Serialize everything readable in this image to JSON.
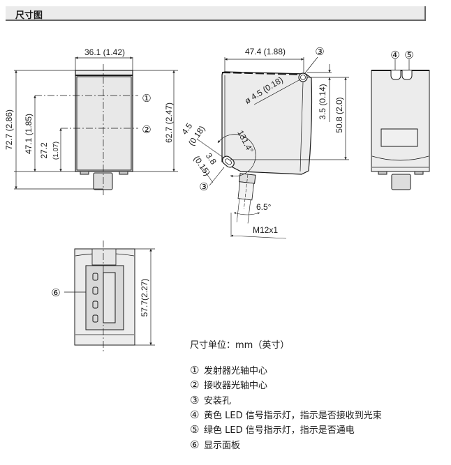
{
  "header": {
    "title": "尺寸图"
  },
  "front_view": {
    "width_dim": "36.1 (1.42)",
    "total_height_dim": "72.7 (2.86)",
    "axis1_height_dim": "47.1 (1.85)",
    "axis2_height_dim_a": "27.2",
    "axis2_height_dim_b": "(1.07)",
    "body_height_dim": "62.7 (2.47)",
    "callout_1": "①",
    "callout_2": "②"
  },
  "side_view": {
    "depth_dim": "47.4 (1.88)",
    "callout_3_top": "③",
    "hole_dia_dim": "ø 4.5 (0.18)",
    "hole_offset_dim": "3.5 (0.14)",
    "hole_spacing_dim": "50.8 (2.0)",
    "angle_dim": "131.4°",
    "slot_dim_a1": "4.5",
    "slot_dim_a2": "(0.18)",
    "slot_dim_b1": "3.8",
    "slot_dim_b2": "(0.15)",
    "callout_3_bottom": "③",
    "connector_angle": "6.5°",
    "connector_thread": "M12x1"
  },
  "back_view": {
    "callout_4": "④",
    "callout_5": "⑤"
  },
  "bottom_view": {
    "callout_6": "⑥",
    "height_dim": "57.7(2.27)"
  },
  "legend": {
    "unit": "尺寸单位：mm（英寸）",
    "items": [
      {
        "num": "①",
        "text": "发射器光轴中心"
      },
      {
        "num": "②",
        "text": "接收器光轴中心"
      },
      {
        "num": "③",
        "text": "安装孔"
      },
      {
        "num": "④",
        "text": "黄色 LED 信号指示灯，指示是否接收到光束"
      },
      {
        "num": "⑤",
        "text": "绿色 LED 信号指示灯，指示是否通电"
      },
      {
        "num": "⑥",
        "text": "显示面板"
      }
    ]
  }
}
